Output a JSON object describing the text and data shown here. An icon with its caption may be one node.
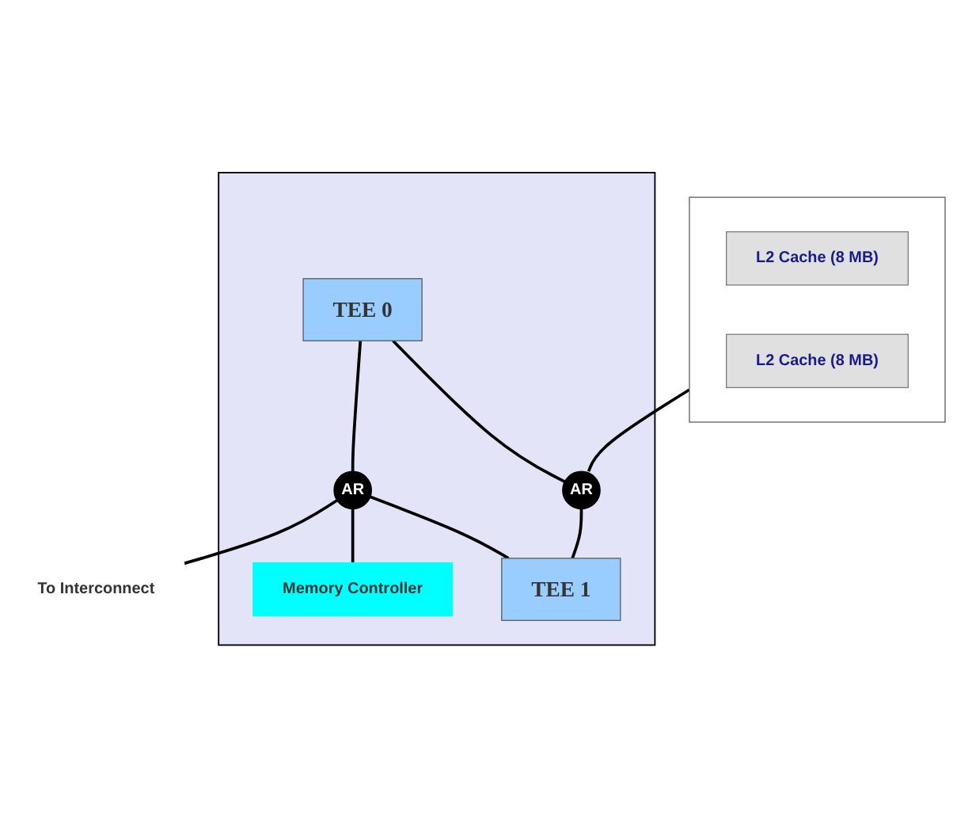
{
  "diagram": {
    "nodes": [
      {
        "text": [],
        "shape": "box"
      },
      {
        "text": [
          "L2 Cache (8 MB)"
        ],
        "in": 0
      },
      {
        "text": [
          "L2 Cache (8 MB)"
        ],
        "in": 0
      },
      {
        "text": [],
        "shape": "box"
      },
      {
        "text": [
          "TEE 0"
        ],
        "in": 3
      },
      {
        "text": [
          "AR"
        ],
        "in": 3
      },
      {
        "text": [
          "TEE 1"
        ],
        "in": 3
      },
      {
        "text": [
          "AR"
        ],
        "in": 3
      },
      {
        "text": [
          "Memory Controller"
        ],
        "in": 3
      },
      {
        "text": [
          "To Interconnect"
        ]
      }
    ],
    "edges": [
      {
        "from": 0,
        "to": 5,
        "arrow": "none"
      },
      {
        "from": 4,
        "to": 5,
        "arrow": "none"
      },
      {
        "from": 5,
        "to": 6,
        "arrow": "none"
      },
      {
        "from": 4,
        "to": 7,
        "arrow": "none"
      },
      {
        "from": 7,
        "to": 6,
        "arrow": "none"
      },
      {
        "from": 7,
        "to": 8,
        "arrow": "none"
      },
      {
        "from": 7,
        "to": 9,
        "arrow": "none"
      }
    ]
  }
}
